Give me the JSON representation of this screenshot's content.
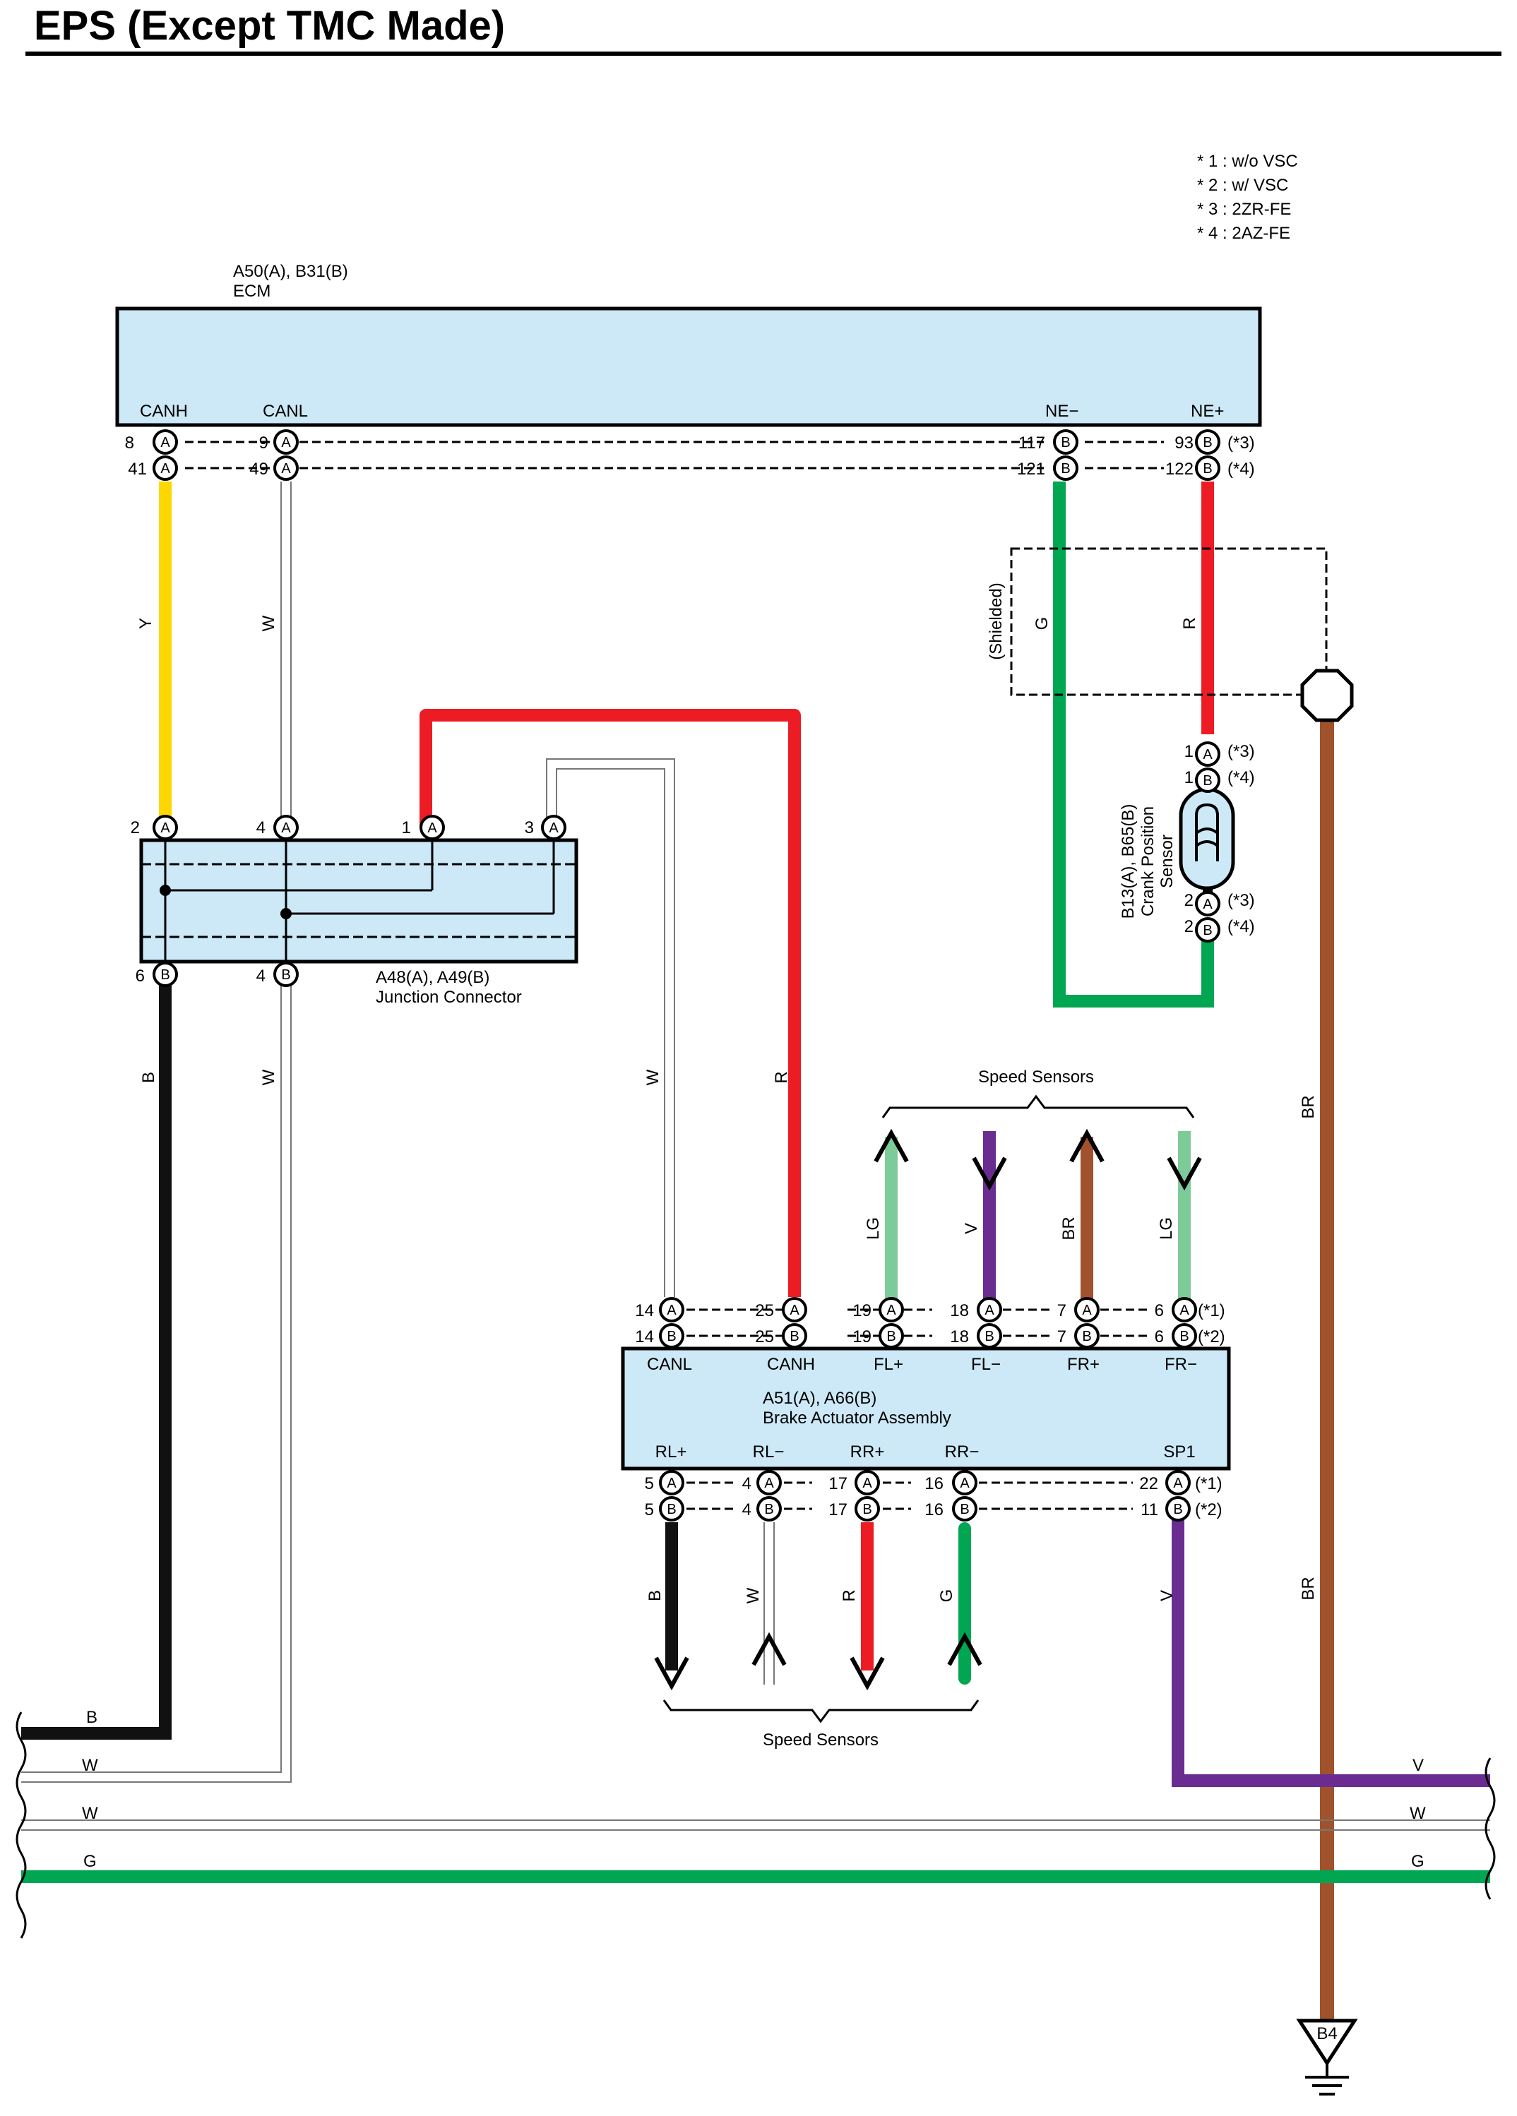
{
  "title": "EPS (Except TMC Made)",
  "notes": [
    "* 1 : w/o VSC",
    "* 2 : w/ VSC",
    "* 3 : 2ZR-FE",
    "* 4 : 2AZ-FE"
  ],
  "colors": {
    "Y": "#ffd700",
    "W": "#ffffff",
    "R": "#ed1c24",
    "G": "#00a651",
    "B": "#111111",
    "BR": "#a0522d",
    "V": "#6a2c91",
    "LG": "#7ecb9a",
    "box_fill": "#cde9f8",
    "box_stroke": "#000000"
  },
  "ecm": {
    "code": "A50(A), B31(B)",
    "name": "ECM",
    "pins": {
      "canh": "CANH",
      "canl": "CANL",
      "ne_minus": "NE−",
      "ne_plus": "NE+"
    },
    "pin_numbers": {
      "canh_a": "8",
      "canh_b": "41",
      "canl_a": "9",
      "canl_b": "49",
      "nem_a": "117",
      "nem_b": "121",
      "nep_a": "93",
      "nep_b": "122"
    },
    "variant_a": "(*3)",
    "variant_b": "(*4)"
  },
  "junction": {
    "code": "A48(A), A49(B)",
    "name": "Junction Connector",
    "pins_top": [
      "2",
      "4",
      "1",
      "3"
    ],
    "pins_bottom": [
      "6",
      "4"
    ]
  },
  "crank_sensor": {
    "code": "B13(A), B65(B)",
    "name_line1": "Crank Position",
    "name_line2": "Sensor",
    "top_pins": [
      "1",
      "1"
    ],
    "bottom_pins": [
      "2",
      "2"
    ],
    "variant_a": "(*3)",
    "variant_b": "(*4)"
  },
  "shielded": "(Shielded)",
  "brake": {
    "code": "A51(A), A66(B)",
    "name": "Brake Actuator Assembly",
    "top_pins_labels": [
      "CANL",
      "CANH",
      "FL+",
      "FL−",
      "FR+",
      "FR−"
    ],
    "top_pin_numbers": [
      "14",
      "25",
      "19",
      "18",
      "7",
      "6"
    ],
    "bottom_pins_labels": [
      "RL+",
      "RL−",
      "RR+",
      "RR−",
      "SP1"
    ],
    "bottom_pin_numbers_a": [
      "5",
      "4",
      "17",
      "16",
      "22"
    ],
    "bottom_pin_numbers_b": [
      "5",
      "4",
      "17",
      "16",
      "11"
    ],
    "variant_a": "(*1)",
    "variant_b": "(*2)"
  },
  "speed_sensors_label": "Speed Sensors",
  "wire_labels": {
    "ecm_canh": "Y",
    "ecm_canl": "W",
    "ecm_nem": "G",
    "ecm_nep": "R",
    "jc_b": "B",
    "jc_w": "W",
    "brake_canl": "W",
    "brake_canh": "R",
    "fl_plus": "LG",
    "fl_minus": "V",
    "fr_plus": "BR",
    "fr_minus": "LG",
    "rl_plus": "B",
    "rl_minus": "W",
    "rr_plus": "R",
    "rr_minus": "G",
    "sp1": "V",
    "ground_upper": "BR",
    "ground_lower": "BR"
  },
  "bus_labels": {
    "b_left": "B",
    "w1_left": "W",
    "w2_left": "W",
    "g_left": "G",
    "v_right": "V",
    "w_right": "W",
    "g_right": "G"
  },
  "ground": "B4",
  "pin_letters": {
    "a": "A",
    "b": "B"
  }
}
